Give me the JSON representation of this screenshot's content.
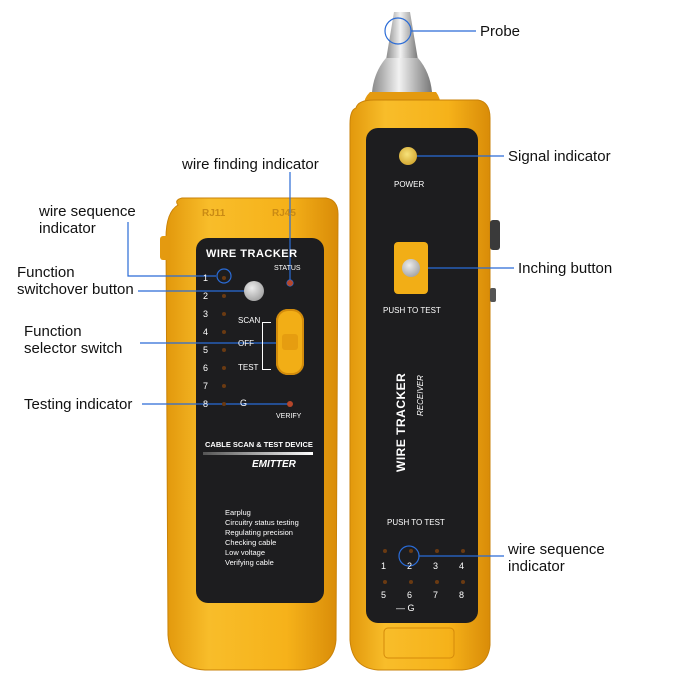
{
  "callouts": {
    "probe": "Probe",
    "signal_indicator": "Signal indicator",
    "inching_button": "Inching button",
    "wire_finding_indicator": "wire finding indicator",
    "wire_sequence_indicator_left": [
      "wire sequence",
      "indicator"
    ],
    "function_switchover_button": [
      "Function",
      "switchover button"
    ],
    "function_selector_switch": [
      "Function",
      "selector switch"
    ],
    "testing_indicator": "Testing indicator",
    "wire_sequence_indicator_right": [
      "wire sequence",
      "indicator"
    ]
  },
  "emitter": {
    "top_ports": [
      "RJ11",
      "RJ45"
    ],
    "title": "WIRE TRACKER",
    "status_label": "STATUS",
    "numbers": [
      "1",
      "2",
      "3",
      "4",
      "5",
      "6",
      "7",
      "8"
    ],
    "scan_label": "SCAN",
    "off_label": "OFF",
    "test_label": "TEST",
    "g_label": "G",
    "verify_label": "VERIFY",
    "device_label": "CABLE SCAN & TEST DEVICE",
    "emitter_label": "EMITTER",
    "features": [
      "Earplug",
      "Circuitry status testing",
      "Regulating precision",
      "Checking cable",
      "Low voltage",
      "Verifying cable"
    ]
  },
  "receiver": {
    "power_label": "POWER",
    "push_to_test_top": "PUSH TO TEST",
    "title": "WIRE TRACKER",
    "subtitle": "RECEIVER",
    "push_to_test_bottom": "PUSH TO TEST",
    "numbers_top": [
      "1",
      "2",
      "3",
      "4"
    ],
    "numbers_bottom": [
      "5",
      "6",
      "7",
      "8"
    ],
    "g_label": "G"
  },
  "colors": {
    "body_yellow": "#f6b21a",
    "panel_black": "#1d1d1f",
    "callout_blue": "#2a6bd6"
  }
}
